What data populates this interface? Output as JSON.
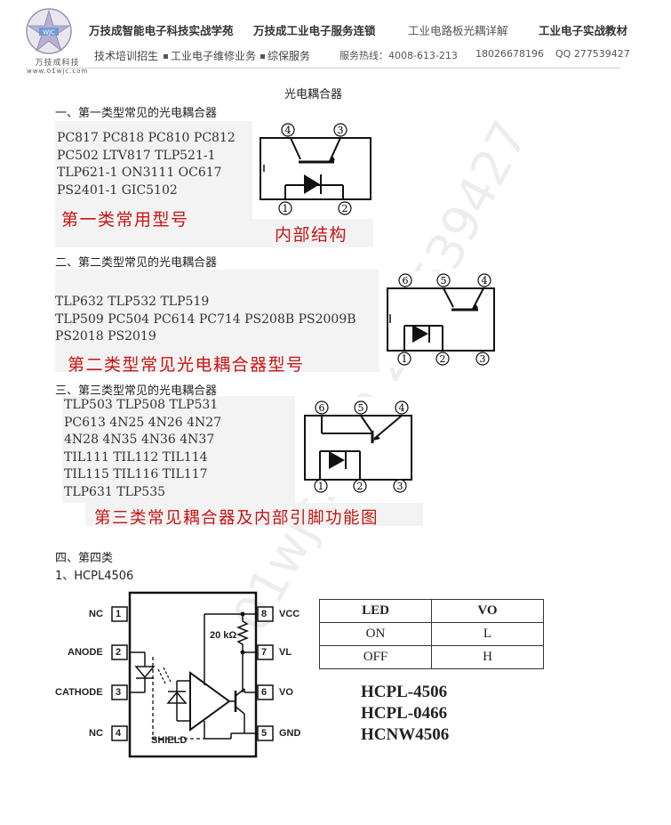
{
  "header": {
    "logo_text": "万技成科技",
    "logo_caption": "www.01wjc.com",
    "nav_top": [
      "万技成智能电子科技实战学苑",
      "万技成工业电子服务连锁",
      "工业电路板光耦详解",
      "工业电子实战教材"
    ],
    "nav_bottom": [
      "技术培训招生",
      "工业电子维修业务",
      "综保服务",
      "服务热线：4008-613-213",
      "18026678196",
      "QQ 277539427"
    ]
  },
  "page": {
    "title": "光电耦合器",
    "sec1": {
      "heading": "一、第一类型常见的光电耦合器",
      "models": [
        "PC817 PC818 PC810 PC812",
        "PC502 LTV817 TLP521-1",
        "TLP621-1 ON3111 OC617",
        "PS2401-1 GIC5102"
      ],
      "label_models": "第一类常用型号",
      "label_internal": "内部结构",
      "pins": [
        "4",
        "3",
        "1",
        "2"
      ]
    },
    "sec2": {
      "heading": "二、第二类型常见的光电耦合器",
      "models": [
        "TLP632 TLP532 TLP519",
        "TLP509 PC504 PC614 PC714 PS208B PS2009B",
        "PS2018 PS2019"
      ],
      "label": "第二类型常见光电耦合器型号",
      "pins": [
        "6",
        "5",
        "4",
        "1",
        "2",
        "3"
      ]
    },
    "sec3": {
      "heading": "三、第三类型常见的光电耦合器",
      "models": [
        "TLP503 TLP508 TLP531",
        "PC613 4N25 4N26 4N27",
        "4N28 4N35 4N36 4N37",
        "TIL111 TIL112 TIL114",
        "TIL115 TIL116 TIL117",
        "TLP631 TLP535"
      ],
      "label": "第三类常见耦合器及内部引脚功能图",
      "pins": [
        "6",
        "5",
        "4",
        "1",
        "2",
        "3"
      ]
    },
    "sec4": {
      "heading": "四、第四类",
      "sub": "1、HCPL4506",
      "pin_left": [
        {
          "num": "1",
          "name": "NC"
        },
        {
          "num": "2",
          "name": "ANODE"
        },
        {
          "num": "3",
          "name": "CATHODE"
        },
        {
          "num": "4",
          "name": "NC"
        }
      ],
      "pin_right": [
        {
          "num": "8",
          "name": "VCC"
        },
        {
          "num": "7",
          "name": "VL"
        },
        {
          "num": "6",
          "name": "VO"
        },
        {
          "num": "5",
          "name": "GND"
        }
      ],
      "resistor": "20 kΩ",
      "shield": "SHIELD",
      "truth_table": {
        "headers": [
          "LED",
          "VO"
        ],
        "rows": [
          [
            "ON",
            "L"
          ],
          [
            "OFF",
            "H"
          ]
        ]
      },
      "parts": [
        "HCPL-4506",
        "HCPL-0466",
        "HCNW4506"
      ]
    },
    "watermark": "01wjc.com 277539427"
  }
}
